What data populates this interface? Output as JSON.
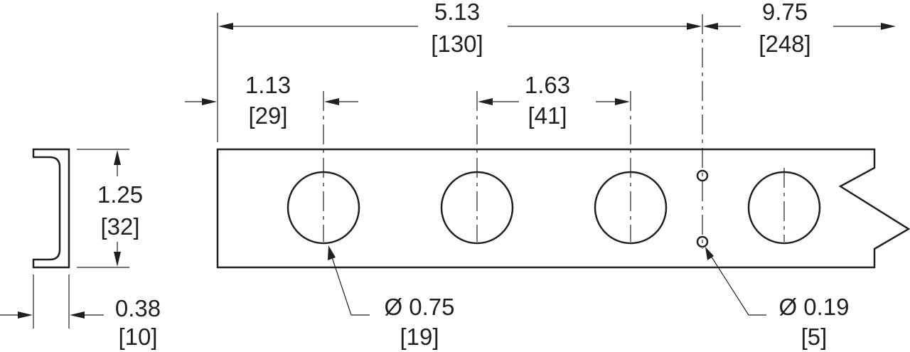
{
  "drawing": {
    "colors": {
      "line": "#231f20",
      "background": "#ffffff"
    },
    "dimensions": {
      "overall_pitch": {
        "inch": "5.13",
        "mm": "[130]"
      },
      "segment_length": {
        "inch": "9.75",
        "mm": "[248]"
      },
      "edge_to_first_hole": {
        "inch": "1.13",
        "mm": "[29]"
      },
      "hole_spacing": {
        "inch": "1.63",
        "mm": "[41]"
      },
      "channel_height": {
        "inch": "1.25",
        "mm": "[32]"
      },
      "channel_depth": {
        "inch": "0.38",
        "mm": "[10]"
      },
      "large_hole_diameter": {
        "inch": "Ø 0.75",
        "mm": "[19]"
      },
      "small_hole_diameter": {
        "inch": "Ø 0.19",
        "mm": "[5]"
      }
    }
  }
}
